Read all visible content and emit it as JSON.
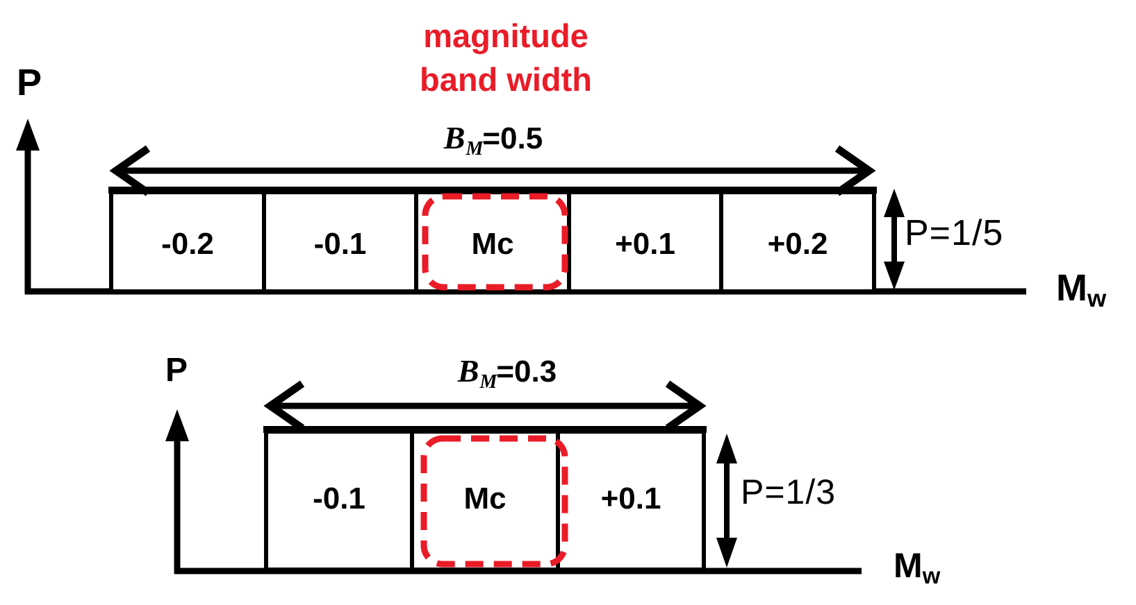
{
  "colors": {
    "ink": "#000000",
    "highlight_red": "#e91c28",
    "background": "#ffffff"
  },
  "annotation": {
    "line1": "magnitude",
    "line2": "band width"
  },
  "top_panel": {
    "y_axis_label": "P",
    "x_axis_label": "M",
    "x_axis_subscript": "w",
    "band_width": {
      "symbol": "B",
      "subscript": "M",
      "value": "=0.5"
    },
    "bins": [
      "-0.2",
      "-0.1",
      "Mc",
      "+0.1",
      "+0.2"
    ],
    "center_bin": "Mc",
    "num_bins": 5,
    "probability_label": "P=1/5"
  },
  "bottom_panel": {
    "y_axis_label": "P",
    "x_axis_label": "M",
    "x_axis_subscript": "w",
    "band_width": {
      "symbol": "B",
      "subscript": "M",
      "value": "=0.3"
    },
    "bins": [
      "-0.1",
      "Mc",
      "+0.1"
    ],
    "center_bin": "Mc",
    "num_bins": 3,
    "probability_label": "P=1/3"
  }
}
